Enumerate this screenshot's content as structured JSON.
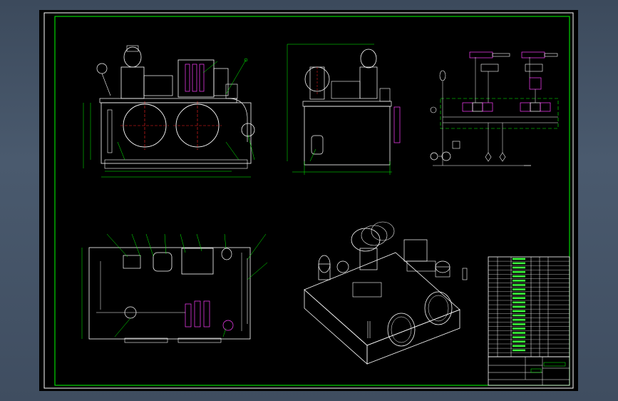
{
  "theme": {
    "frame_color": "#00ff00",
    "line_white": "#ffffff",
    "line_red": "#ff2020",
    "line_magenta": "#ff40ff",
    "line_cyan": "#20ffff",
    "line_yellow": "#ffff40",
    "background": "#000000"
  },
  "drawing": {
    "title_block": {
      "header_label": "",
      "sheet_label": ""
    },
    "views": [
      "front-view",
      "side-view",
      "top-view",
      "isometric-view",
      "hydraulic-schematic"
    ],
    "tech_notes": [
      "",
      "",
      "",
      ""
    ]
  }
}
